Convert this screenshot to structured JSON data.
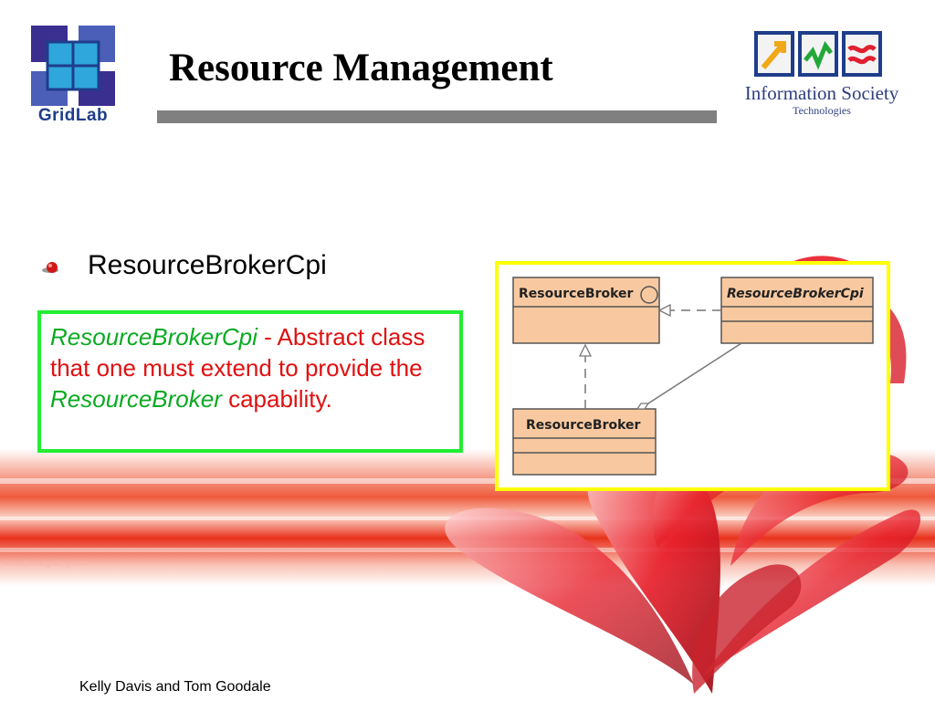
{
  "slide": {
    "title": "Resource Management",
    "footer": "Kelly Davis and Tom Goodale",
    "watermark": "www.themegallery.com"
  },
  "logos": {
    "left": {
      "name": "GridLab",
      "icon": "gridlab-logo"
    },
    "right": {
      "name": "Information Society",
      "subtitle": "Technologies",
      "icon": "ist-logo"
    }
  },
  "bullet": {
    "text": "ResourceBrokerCpi",
    "icon": "red-sphere-bullet-icon"
  },
  "description": {
    "term": "ResourceBrokerCpi",
    "text_1": " - Abstract class that one must extend to provide the ",
    "term_2": "ResourceBroker",
    "text_2": " capability."
  },
  "diagram": {
    "classes": [
      {
        "name": "ResourceBroker",
        "style": "interface"
      },
      {
        "name": "ResourceBrokerCpi",
        "style": "abstract"
      },
      {
        "name": "ResourceBroker",
        "style": "concrete"
      }
    ]
  },
  "colors": {
    "title_rule": "#808080",
    "desc_border": "#22ee33",
    "diagram_border": "#ffff00",
    "desc_text": "#e01010",
    "desc_highlight": "#0aaa22",
    "uml_fill": "#f8c9a0",
    "logo_navy": "#1f3d8a"
  }
}
